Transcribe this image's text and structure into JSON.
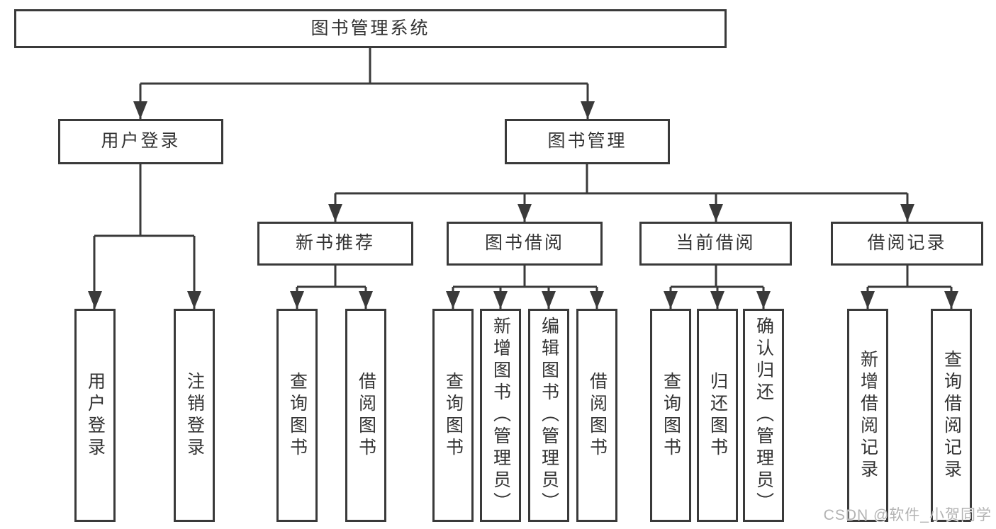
{
  "diagram": {
    "title": "图书管理系统",
    "colors": {
      "line": "#3a3a3a",
      "text": "#333333",
      "box_background": "#ffffff",
      "watermark": "#b3b3b3"
    },
    "tree": {
      "root": "图书管理系统",
      "level2": [
        "用户登录",
        "图书管理"
      ],
      "level3": [
        "新书推荐",
        "图书借阅",
        "当前借阅",
        "借阅记录"
      ],
      "groups": [
        {
          "parent": "用户登录",
          "children": [
            "用户登录",
            "注销登录"
          ]
        },
        {
          "parent": "新书推荐",
          "children": [
            "查询图书",
            "借阅图书"
          ]
        },
        {
          "parent": "图书借阅",
          "children": [
            "查询图书",
            "新增图书（管理员）",
            "编辑图书（管理员）",
            "借阅图书"
          ]
        },
        {
          "parent": "当前借阅",
          "children": [
            "查询图书",
            "归还图书",
            "确认归还（管理员）"
          ]
        },
        {
          "parent": "借阅记录",
          "children": [
            "新增借阅记录",
            "查询借阅记录"
          ]
        }
      ]
    },
    "watermark": "CSDN @软件_小贺同学"
  }
}
